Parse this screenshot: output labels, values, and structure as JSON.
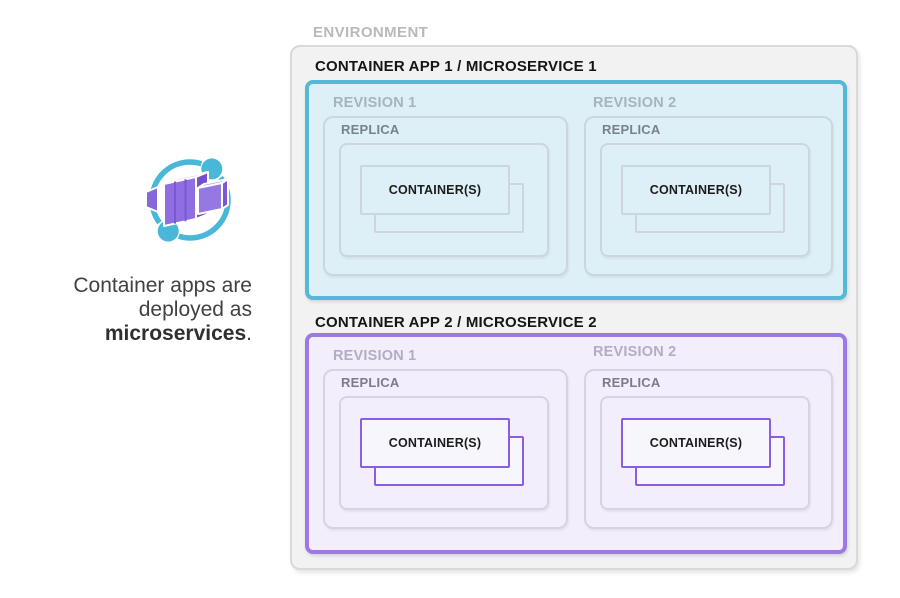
{
  "left_panel": {
    "icon": "container-apps-icon",
    "caption": {
      "line1": "Container apps are",
      "line2": "deployed as",
      "bold": "microservices",
      "suffix": "."
    }
  },
  "environment": {
    "label": "ENVIRONMENT",
    "apps": [
      {
        "heading": "CONTAINER APP 1 / MICROSERVICE 1",
        "accent": "teal",
        "accent_color": "#55b8d7",
        "fill_color": "#def0f7",
        "revisions": [
          {
            "label": "REVISION 1",
            "replica": {
              "label": "REPLICA",
              "containers_label": "CONTAINER(S)"
            }
          },
          {
            "label": "REVISION 2",
            "replica": {
              "label": "REPLICA",
              "containers_label": "CONTAINER(S)"
            }
          }
        ]
      },
      {
        "heading": "CONTAINER APP 2 / MICROSERVICE 2",
        "accent": "purple",
        "accent_color": "#9d79e6",
        "fill_color": "#f2eefb",
        "revisions": [
          {
            "label": "REVISION 1",
            "replica": {
              "label": "REPLICA",
              "containers_label": "CONTAINER(S)"
            }
          },
          {
            "label": "REVISION 2",
            "replica": {
              "label": "REPLICA",
              "containers_label": "CONTAINER(S)"
            }
          }
        ]
      }
    ]
  },
  "colors": {
    "environment_fill": "#f2f2f3",
    "environment_border": "#d9d9d9",
    "teal_accent": "#55b8d7",
    "teal_fill": "#def0f7",
    "purple_accent": "#9d79e6",
    "purple_fill": "#f2eefb",
    "purple_container_border": "#8a5ee2",
    "icon_ring": "#49b7d8",
    "icon_cube": "#8f6ee2"
  }
}
